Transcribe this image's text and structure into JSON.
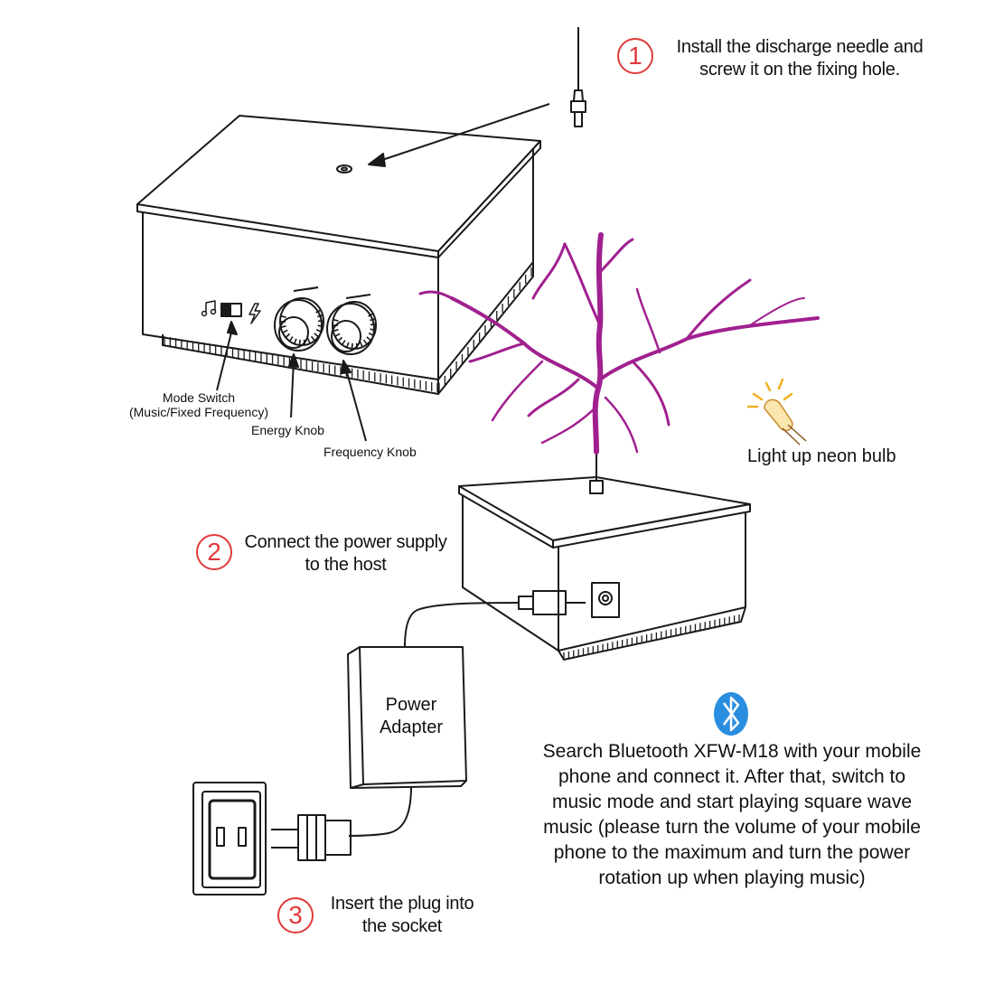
{
  "steps": [
    {
      "number": "1",
      "line1": "Install the discharge needle and",
      "line2": "screw it on the fixing hole."
    },
    {
      "number": "2",
      "line1": "Connect the power supply",
      "line2": "to the host"
    },
    {
      "number": "3",
      "line1": "Insert the plug into",
      "line2": "the socket"
    }
  ],
  "labels": {
    "mode_switch_1": "Mode Switch",
    "mode_switch_2": "(Music/Fixed Frequency)",
    "energy_knob": "Energy Knob",
    "frequency_knob": "Frequency Knob",
    "neon_bulb": "Light up neon bulb",
    "power_adapter_1": "Power",
    "power_adapter_2": "Adapter"
  },
  "bluetooth_instructions": "Search Bluetooth XFW-M18 with your mobile phone and connect it. After that, switch to music mode and start playing square wave music (please turn the volume of your mobile phone to the maximum and turn the power rotation up when playing music)",
  "colors": {
    "step_number": "#e03a3a",
    "arc": "#a0208f",
    "bluetooth": "#2a8ee0",
    "neon_glow": "#f0b020",
    "line": "#1a1a1a"
  },
  "icons": [
    "music-note-icon",
    "lightning-icon",
    "bluetooth-icon",
    "neon-bulb-icon"
  ]
}
